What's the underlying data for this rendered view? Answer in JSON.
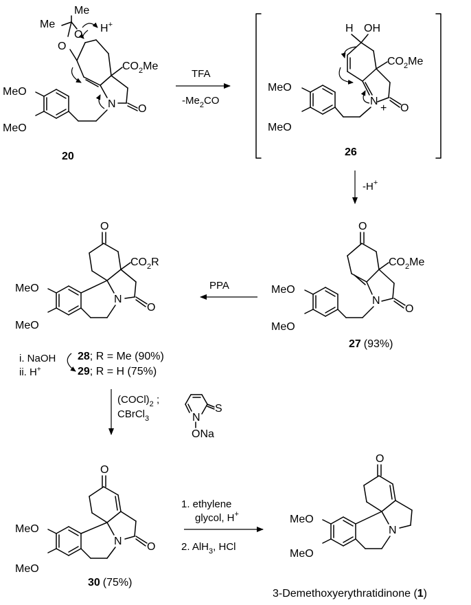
{
  "compounds": {
    "c20": {
      "id": "20",
      "substituents": {
        "me1": "Me",
        "me2": "Me",
        "hplus": "H",
        "hplus_sup": "+",
        "ester": "CO",
        "ester_sub": "2",
        "ester_tail": "Me",
        "ome1": "MeO",
        "ome2": "MeO",
        "o1": "O",
        "o2": "O",
        "n": "N",
        "carbonyl_o": "O"
      }
    },
    "c26": {
      "id": "26",
      "substituents": {
        "h": "H",
        "oh": "OH",
        "ester": "CO",
        "ester_sub": "2",
        "ester_tail": "Me",
        "ome1": "MeO",
        "ome2": "MeO",
        "n": "N",
        "plus": "+",
        "carbonyl_o": "O"
      }
    },
    "c27": {
      "id": "27",
      "yield": "(93%)",
      "substituents": {
        "ketone_o": "O",
        "ester": "CO",
        "ester_sub": "2",
        "ester_tail": "Me",
        "ome1": "MeO",
        "ome2": "MeO",
        "n": "N",
        "carbonyl_o": "O"
      }
    },
    "c28_29": {
      "id28": "28",
      "label28": "; R = Me (90%)",
      "id29": "29",
      "label29": "; R = H (75%)",
      "step_i": "i. NaOH",
      "step_ii": "ii. H",
      "step_ii_sup": "+",
      "substituents": {
        "ketone_o": "O",
        "ester": "CO",
        "ester_sub": "2",
        "ester_tail": "R",
        "ome1": "MeO",
        "ome2": "MeO",
        "n": "N",
        "carbonyl_o": "O"
      }
    },
    "c30": {
      "id": "30",
      "yield": "(75%)",
      "substituents": {
        "ketone_o": "O",
        "ome1": "MeO",
        "ome2": "MeO",
        "n": "N",
        "carbonyl_o": "O"
      }
    },
    "c1": {
      "name": "3-Demethoxyerythratidinone (",
      "id": "1",
      "close": ")",
      "substituents": {
        "ketone_o": "O",
        "ome1": "MeO",
        "ome2": "MeO",
        "n": "N"
      }
    }
  },
  "arrows": {
    "a1": {
      "above": "TFA",
      "below_pre": "-Me",
      "below_sub": "2",
      "below_post": "CO"
    },
    "a2": {
      "label_pre": "-H",
      "label_sup": "+"
    },
    "a3": {
      "above": "PPA"
    },
    "a4": {
      "line1_pre": "(COCl)",
      "line1_sub": "2",
      "line1_post": " ;",
      "line2_pre": "CBrCl",
      "line2_sub": "3",
      "reagent_s": "S",
      "reagent_n": "N",
      "reagent_ona": "ONa"
    },
    "a5": {
      "line1": "1. ethylene",
      "line2_pre": "glycol, H",
      "line2_sup": "+",
      "line3_pre": "2. AlH",
      "line3_sub": "3",
      "line3_post": ", HCl"
    }
  }
}
